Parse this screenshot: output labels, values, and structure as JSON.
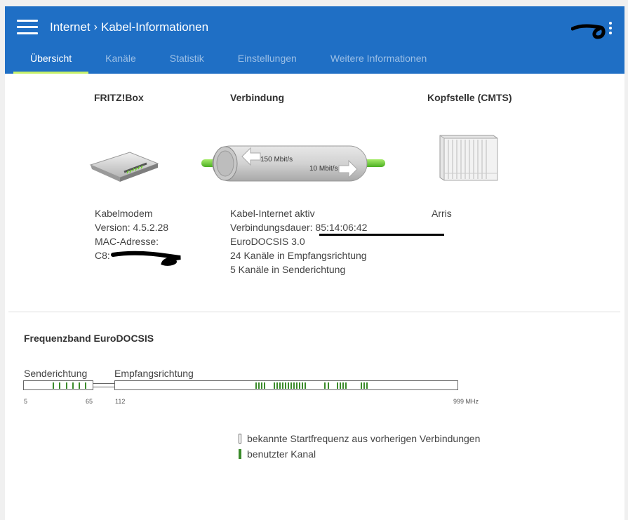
{
  "header": {
    "crumb_parent": "Internet",
    "crumb_sep": "›",
    "crumb_current": "Kabel-Informationen"
  },
  "tabs": [
    "Übersicht",
    "Kanäle",
    "Statistik",
    "Einstellungen",
    "Weitere Informationen"
  ],
  "columns": {
    "fritzbox": {
      "title": "FRITZ!Box",
      "line1": "Kabelmodem",
      "line2": "Version: 4.5.2.28",
      "line3": "MAC-Adresse:",
      "line4": "C8:"
    },
    "connection": {
      "title": "Verbindung",
      "down_rate": "150 Mbit/s",
      "up_rate": "10 Mbit/s",
      "line1": "Kabel-Internet aktiv",
      "line2": "Verbindungsdauer: 85:14:06:42",
      "line3": "EuroDOCSIS 3.0",
      "line4": "24 Kanäle in Empfangsrichtung",
      "line5": "5 Kanäle in Senderichtung"
    },
    "cmts": {
      "title": "Kopfstelle (CMTS)",
      "line1": "Arris"
    }
  },
  "band": {
    "title": "Frequenzband EuroDOCSIS",
    "upstream_label": "Senderichtung",
    "downstream_label": "Empfangsrichtung",
    "ticks": [
      "5",
      "65",
      "112",
      "999 MHz"
    ]
  },
  "legend": {
    "known": "bekannte Startfrequenz aus vorherigen Verbindungen",
    "used": "benutzter Kanal"
  },
  "colors": {
    "header": "#1f6fc5",
    "tab_underline": "#c6f06a",
    "channel": "#3a8a2a"
  }
}
